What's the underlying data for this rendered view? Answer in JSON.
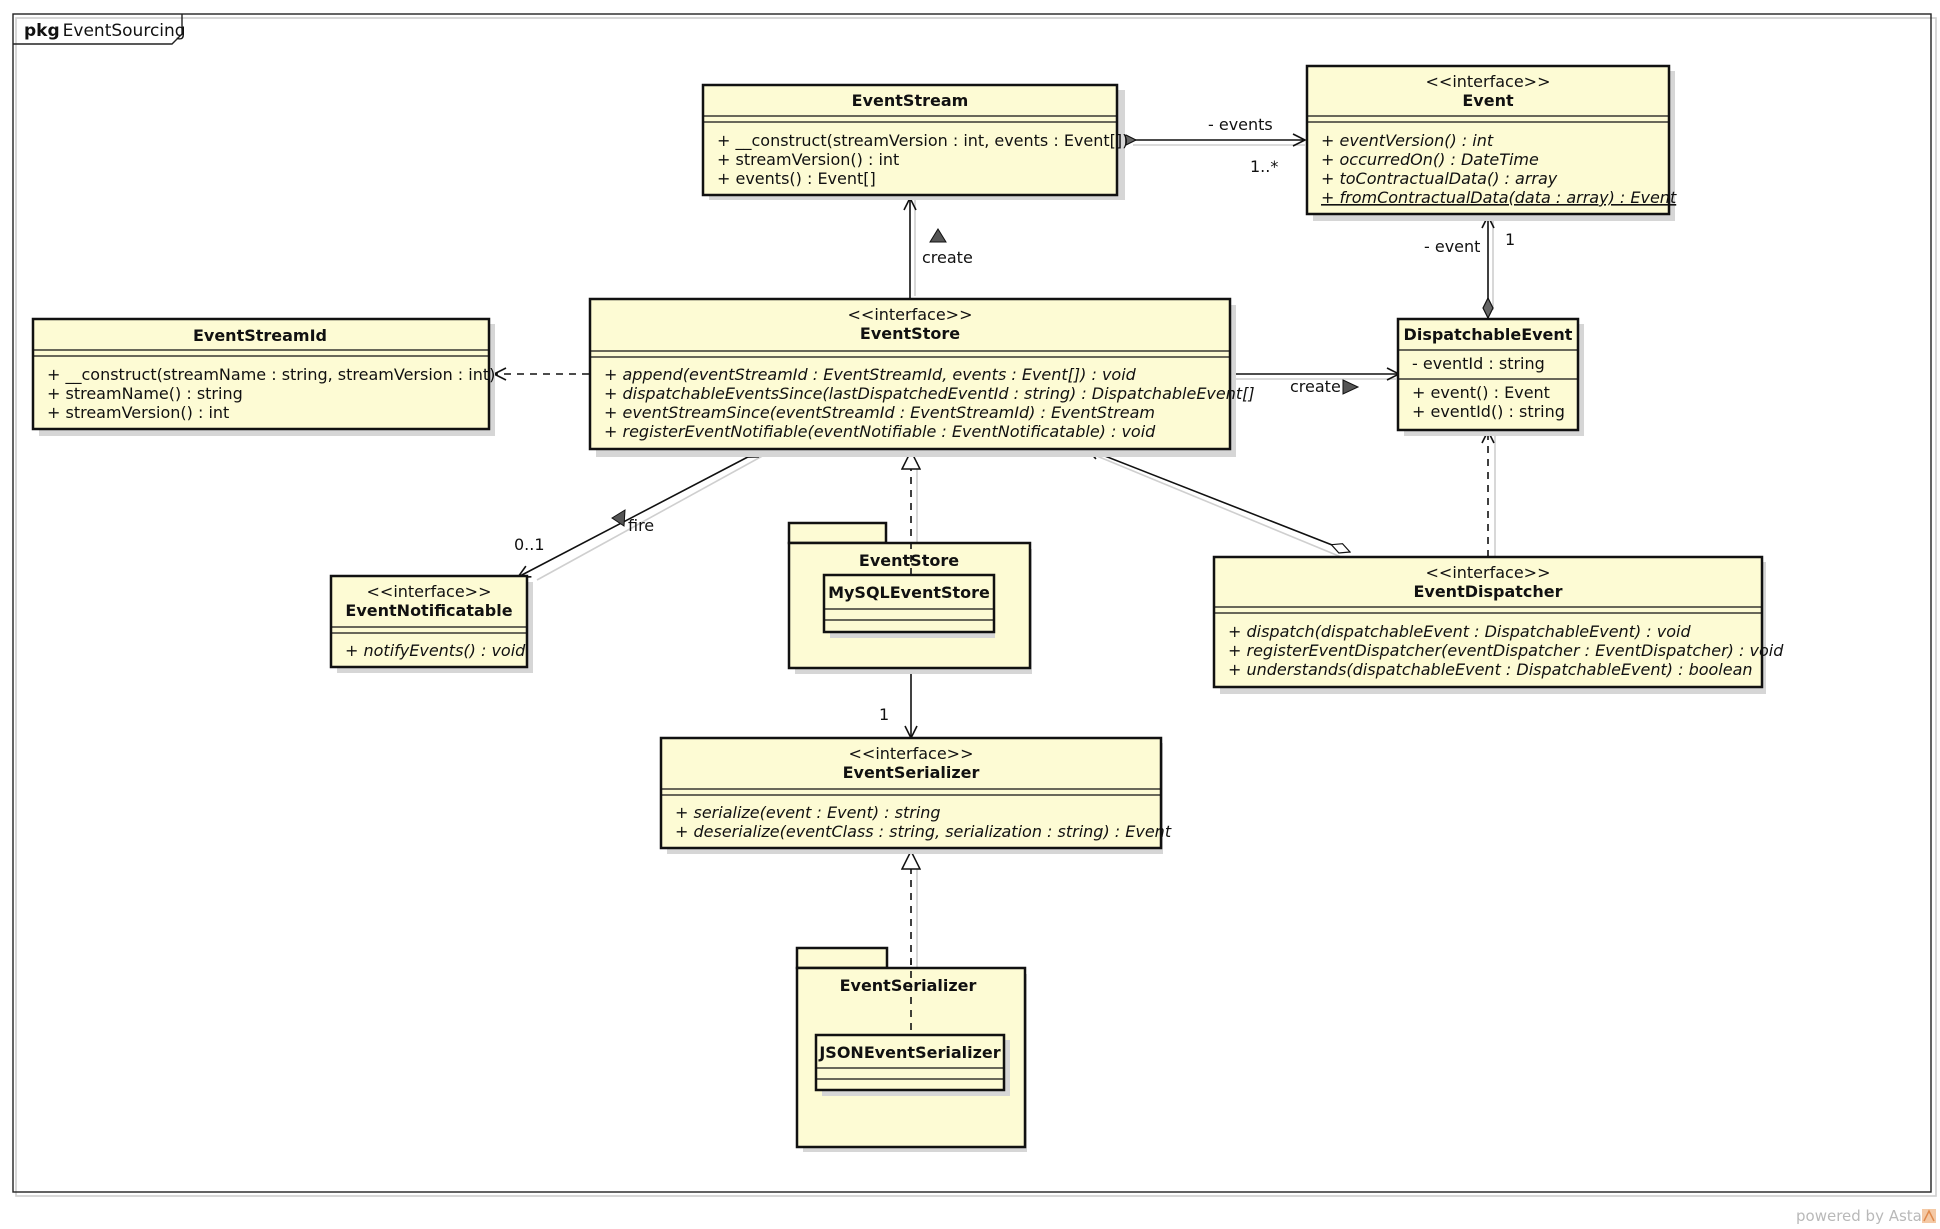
{
  "frame": {
    "prefix": "pkg",
    "name": "EventSourcing"
  },
  "classes": {
    "event_stream": {
      "name": "EventStream",
      "ops": [
        "+ __construct(streamVersion : int, events : Event[])",
        "+ streamVersion() : int",
        "+ events() : Event[]"
      ]
    },
    "event": {
      "stereotype": "<<interface>>",
      "name": "Event",
      "ops": [
        "+ eventVersion() : int",
        "+ occurredOn() : DateTime",
        "+ toContractualData() : array",
        "+ fromContractualData(data : array) : Event"
      ]
    },
    "event_stream_id": {
      "name": "EventStreamId",
      "ops": [
        "+ __construct(streamName : string, streamVersion : int)",
        "+ streamName() : string",
        "+ streamVersion() : int"
      ]
    },
    "event_store": {
      "stereotype": "<<interface>>",
      "name": "EventStore",
      "ops": [
        "+ append(eventStreamId : EventStreamId, events : Event[]) : void",
        "+ dispatchableEventsSince(lastDispatchedEventId : string) : DispatchableEvent[]",
        "+ eventStreamSince(eventStreamId : EventStreamId) : EventStream",
        "+ registerEventNotifiable(eventNotifiable : EventNotificatable) : void"
      ]
    },
    "dispatchable_event": {
      "name": "DispatchableEvent",
      "attrs": [
        "- eventId : string"
      ],
      "ops": [
        "+ event() : Event",
        "+ eventId() : string"
      ]
    },
    "event_notificatable": {
      "stereotype": "<<interface>>",
      "name": "EventNotificatable",
      "ops": [
        "+ notifyEvents() : void"
      ]
    },
    "mysql_event_store": {
      "name": "MySQLEventStore"
    },
    "event_dispatcher": {
      "stereotype": "<<interface>>",
      "name": "EventDispatcher",
      "ops": [
        "+ dispatch(dispatchableEvent : DispatchableEvent) : void",
        "+ registerEventDispatcher(eventDispatcher : EventDispatcher) : void",
        "+ understands(dispatchableEvent : DispatchableEvent) : boolean"
      ]
    },
    "event_serializer": {
      "stereotype": "<<interface>>",
      "name": "EventSerializer",
      "ops": [
        "+ serialize(event : Event) : string",
        "+ deserialize(eventClass : string, serialization : string) : Event"
      ]
    },
    "json_event_serializer": {
      "name": "JSONEventSerializer"
    }
  },
  "packages": {
    "event_store_pkg": {
      "name": "EventStore"
    },
    "event_serializer_pkg": {
      "name": "EventSerializer"
    }
  },
  "labels": {
    "events_role": "- events",
    "events_mult": "1..*",
    "create_top": "create",
    "event_role": "- event",
    "event_mult": "1",
    "create_right": "create",
    "fire": "fire",
    "notif_mult": "0..1",
    "serializer_mult": "1"
  },
  "watermark": "powered by Astah"
}
